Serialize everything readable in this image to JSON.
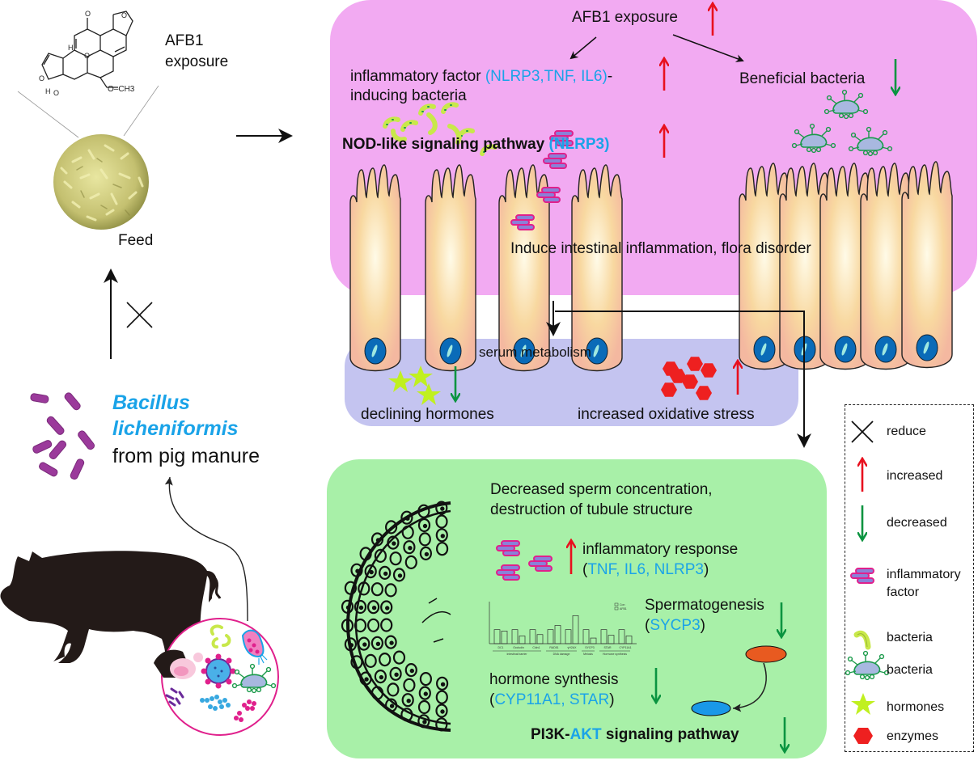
{
  "colors": {
    "gut_panel": "#f2aaf2",
    "serum_panel": "#c4c4f0",
    "testis_panel": "#a8f0a8",
    "increase_arrow": "#e8101e",
    "decrease_arrow": "#0a9440",
    "highlight_text": "#1aa3e8",
    "inflammatory_factor": "#e0208c",
    "bacteria_rod": "#c8e84a",
    "beneficial_bacteria": "#1a9a4a",
    "hormone_star": "#c0f020",
    "enzyme_hexagon": "#ee2020",
    "bacillus": "#9b3a9b"
  },
  "left": {
    "afb1_label_line1": "AFB1",
    "afb1_label_line2": "exposure",
    "molecule_group": "O–CH3",
    "feed_label": "Feed",
    "bacillus_name_line1": "Bacillus",
    "bacillus_name_line2": "licheniformis",
    "bacillus_source": "from pig manure"
  },
  "gut": {
    "afb1_exposure": "AFB1 exposure",
    "inflammatory_prefix": "inflammatory factor ",
    "inflammatory_genes": "(NLRP3,TNF, IL6)",
    "inflammatory_suffix": "-",
    "inducing_bacteria": "inducing bacteria",
    "nod_pathway": "NOD-like signaling pathway ",
    "nod_gene": "(NLRP3)",
    "beneficial_bacteria": "Beneficial bacteria",
    "inflammation_text": "Induce intestinal inflammation, flora disorder"
  },
  "serum": {
    "title": "serum metabolism",
    "hormones": "declining hormones",
    "oxidative": "increased oxidative stress"
  },
  "testis": {
    "sperm_line1": "Decreased sperm concentration,",
    "sperm_line2": "destruction of tubule structure",
    "inflammatory_response": "inflammatory response",
    "inflam_open": "(",
    "inflam_genes": "TNF, IL6, NLRP3",
    "inflam_close": ")",
    "spermatogenesis": "Spermatogenesis",
    "sperm_open": "(",
    "sperm_gene": "SYCP3",
    "sperm_close": ")",
    "hormone_synthesis": "hormone synthesis",
    "hormone_open": "(",
    "hormone_genes": "CYP11A1, STAR",
    "hormone_close": ")",
    "pi3k_prefix": "PI3K-",
    "pi3k_akt": "AKT",
    "pi3k_suffix": " signaling pathway"
  },
  "mini_chart": {
    "categories": [
      "DC1",
      "Occludin",
      "Cldn1",
      "RAD51",
      "γH2AX",
      "SYCP3",
      "STAR",
      "CYP11A1"
    ],
    "groups": [
      "Intestinal barrier",
      "DNA damage",
      "Meiosis",
      "Hormone synthesis"
    ],
    "legend": [
      "Con",
      "AFB1"
    ],
    "control": [
      1,
      1,
      1,
      1,
      1,
      1,
      1,
      1
    ],
    "afb1": [
      0.9,
      0.55,
      0.65,
      1.3,
      2.0,
      0.4,
      0.6,
      0.55
    ]
  },
  "legend": {
    "items": [
      {
        "icon": "cross-icon",
        "label": "reduce"
      },
      {
        "icon": "up-arrow-icon",
        "label": "increased"
      },
      {
        "icon": "down-arrow-icon",
        "label": "decreased"
      },
      {
        "icon": "inflammatory-factor-icon",
        "label": "inflammatory\nfactor",
        "line1": "inflammatory",
        "line2": "factor"
      },
      {
        "icon": "rod-bacteria-icon",
        "label": "bacteria"
      },
      {
        "icon": "beneficial-bacteria-icon",
        "label": "bacteria"
      },
      {
        "icon": "star-icon",
        "label": "hormones"
      },
      {
        "icon": "hexagon-icon",
        "label": "enzymes"
      }
    ]
  }
}
